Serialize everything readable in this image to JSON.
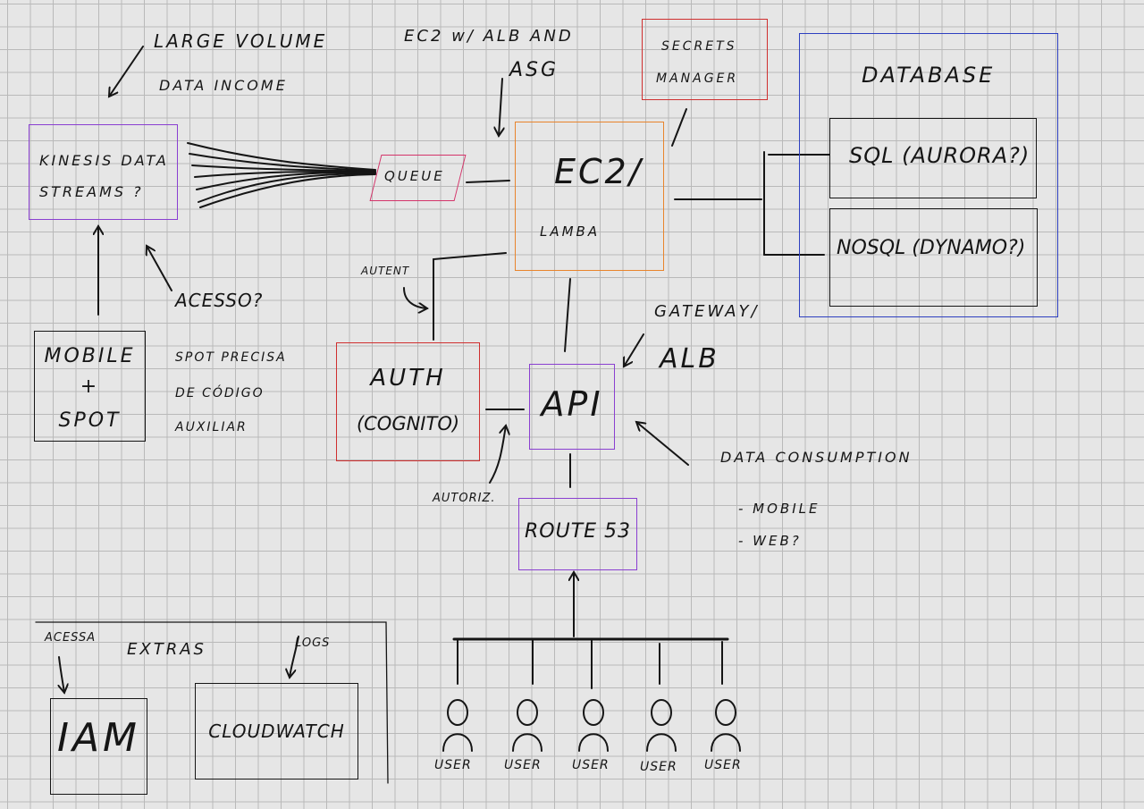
{
  "colors": {
    "ink": "#151515",
    "purple": "#8a3fd1",
    "orange": "#e8842c",
    "red": "#cf2f2f",
    "pink": "#d4346a",
    "blue": "#2d3fc0"
  },
  "annotations": {
    "large_volume": "LARGE VOLUME",
    "data_income": "DATA INCOME",
    "ec2_alb": "EC2  w/ ALB AND",
    "asg": "ASG",
    "autent": "AUTENT",
    "acesso": "ACESSO?",
    "spot_note": [
      "SPOT PRECISA",
      "DE CÓDIGO",
      "AUXILIAR"
    ],
    "gateway": "GATEWAY/",
    "alb": "ALB",
    "autoriz": "AUTORIZ.",
    "data_consumption": "DATA CONSUMPTION",
    "mobile": "- MOBILE",
    "web": "- WEB?",
    "extras": "EXTRAS",
    "acessa": "ACESSA",
    "logs": "LOGS"
  },
  "nodes": {
    "kinesis": [
      "KINESIS DATA",
      "STREAMS ?"
    ],
    "queue": "QUEUE",
    "secrets": [
      "SECRETS",
      "MANAGER"
    ],
    "ec2": "EC2/",
    "lambda": "LAMBA",
    "database": "DATABASE",
    "sql": "SQL (AURORA?)",
    "nosql": "NOSQL (DYNAMO?)",
    "mobile_spot": [
      "MOBILE",
      "+",
      "SPOT"
    ],
    "auth": [
      "AUTH",
      "(COGNITO)"
    ],
    "api": "API",
    "route53": "ROUTE 53",
    "iam": "IAM",
    "cloudwatch": "CLOUDWATCH"
  },
  "users": [
    "USER",
    "USER",
    "USER",
    "USER",
    "USER"
  ]
}
